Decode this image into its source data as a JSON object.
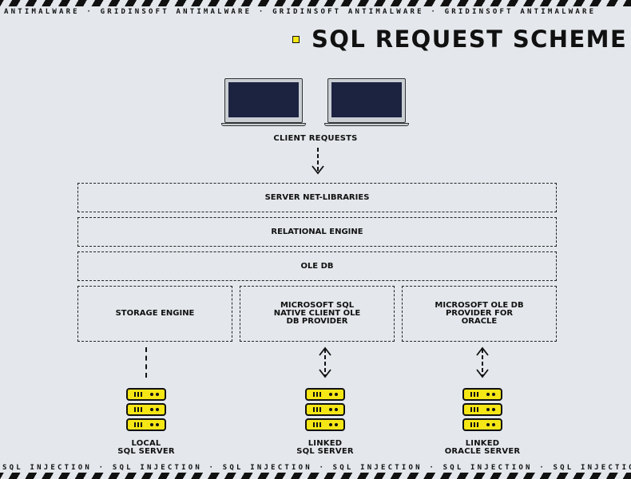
{
  "banner_top": "ANTIMALWARE · GRIDINSOFT ANTIMALWARE · GRIDINSOFT ANTIMALWARE · GRIDINSOFT ANTIMALWARE",
  "banner_bottom": "SQL INJECTION · SQL INJECTION · SQL INJECTION · SQL INJECTION · SQL INJECTION · SQL INJECTION · SQL I",
  "title": "SQL REQUEST SCHEME",
  "client_label": "CLIENT REQUESTS",
  "layers": {
    "net_libraries": "SERVER NET-LIBRARIES",
    "relational_engine": "RELATIONAL ENGINE",
    "ole_db": "OLE DB",
    "storage_engine": "STORAGE ENGINE",
    "native_client": "MICROSOFT SQL NATIVE CLIENT OLE DB PROVIDER",
    "oracle_provider": "MICROSOFT OLE DB PROVIDER FOR ORACLE"
  },
  "servers": {
    "local": [
      "LOCAL",
      "SQL SERVER"
    ],
    "linked_sql": [
      "LINKED",
      "SQL SERVER"
    ],
    "linked_oracle": [
      "LINKED",
      "ORACLE SERVER"
    ]
  },
  "colors": {
    "accent": "#f5e616",
    "screen": "#1c2340",
    "background": "#e4e8ec"
  },
  "icons": [
    "laptop-icon",
    "server-icon",
    "down-arrow-icon",
    "bidirectional-arrow-icon"
  ]
}
